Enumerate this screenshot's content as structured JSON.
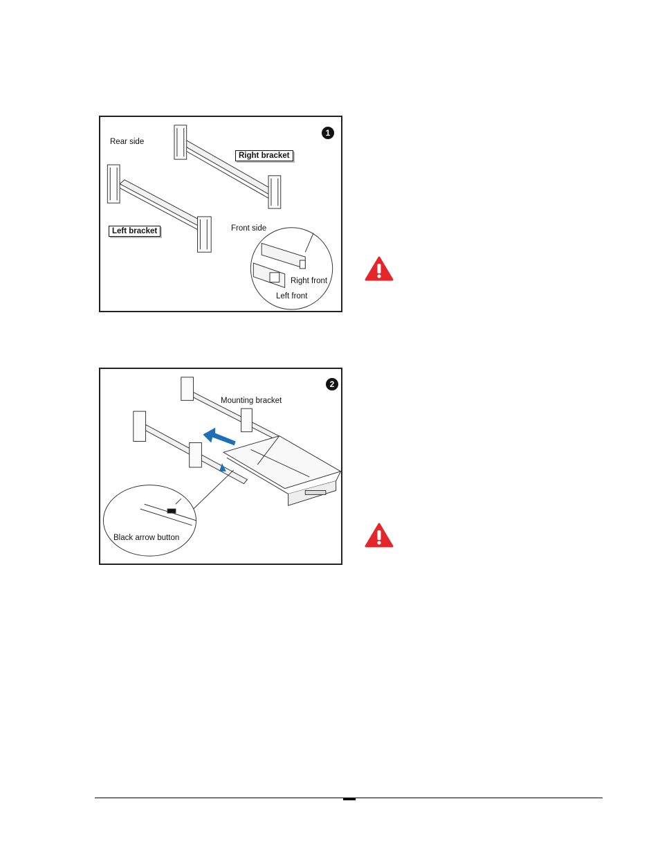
{
  "figure1": {
    "step": "1",
    "rear_side": "Rear side",
    "right_bracket": "Right bracket",
    "left_bracket": "Left bracket",
    "front_side": "Front side",
    "right_front": "Right front",
    "left_front": "Left front"
  },
  "figure2": {
    "step": "2",
    "mounting_bracket": "Mounting bracket",
    "black_arrow_button": "Black arrow button"
  },
  "warnings": [
    {
      "icon": "warning-icon"
    },
    {
      "icon": "warning-icon"
    }
  ],
  "colors": {
    "warning_red": "#e3262a",
    "arrow_blue": "#1f6fb8"
  }
}
